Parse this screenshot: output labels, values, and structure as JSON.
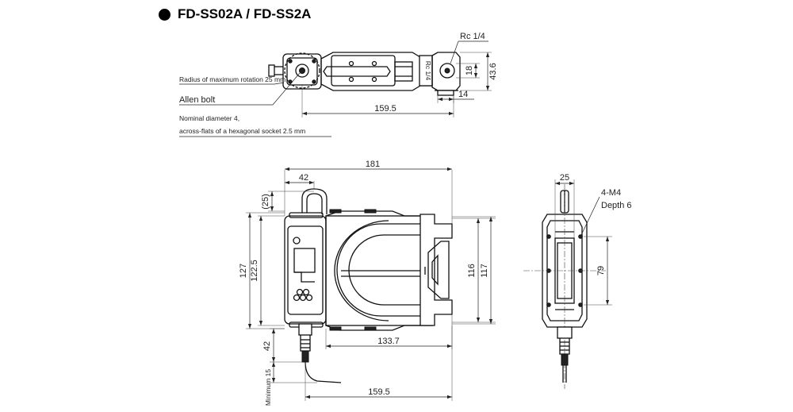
{
  "title": "FD-SS02A / FD-SS2A",
  "top_view": {
    "label_rc": "Rc 1/4",
    "label_rc_body": "Rc 1/4",
    "dim_43_6": "43.6",
    "dim_18": "18",
    "dim_14": "14",
    "dim_159_5": "159.5",
    "note_radius": "Radius of maximum rotation 25 mm",
    "note_allen": "Allen bolt",
    "note_nominal_1": "Nominal diameter 4,",
    "note_nominal_2": "across-flats of a hexagonal socket 2.5 mm"
  },
  "front_view": {
    "dim_181": "181",
    "dim_42_top": "42",
    "dim_25": "(25)",
    "dim_127": "127",
    "dim_122_5": "122.5",
    "dim_116": "116",
    "dim_117": "117",
    "dim_133_7": "133.7",
    "dim_42_side": "42",
    "dim_min15": "Minimum 15",
    "dim_159_5": "159.5"
  },
  "side_view": {
    "dim_25": "25",
    "note_m4": "4-M4",
    "note_depth": "Depth 6",
    "dim_79": "79"
  }
}
